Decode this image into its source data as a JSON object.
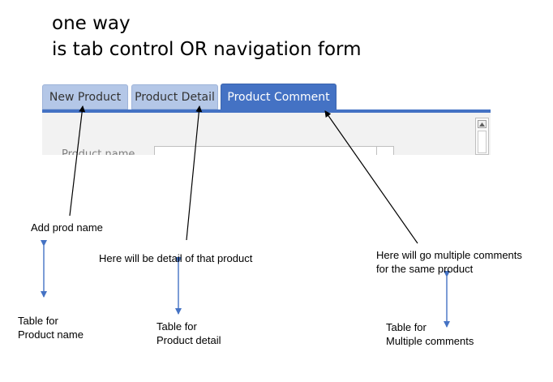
{
  "heading": {
    "line1": "one way",
    "line2": "is tab control OR navigation form"
  },
  "tabs": [
    {
      "label": "New Product",
      "active": false
    },
    {
      "label": "Product Detail",
      "active": false
    },
    {
      "label": "Product Comment",
      "active": true
    }
  ],
  "form": {
    "field_label": "Product name"
  },
  "annotations": {
    "add_prod_name": "Add prod name",
    "detail": "Here will be detail of that product",
    "comments_line1": "Here will go multiple comments",
    "comments_line2": "for the same product",
    "table_name_line1": "Table for",
    "table_name_line2": "Product name",
    "table_detail_line1": "Table for",
    "table_detail_line2": "Product detail",
    "table_comments_line1": "Table for",
    "table_comments_line2": "Multiple comments"
  },
  "colors": {
    "active_tab": "#4472c4",
    "inactive_tab": "#b4c7e7",
    "arrow_black": "#000000",
    "arrow_blue": "#4472c4"
  }
}
